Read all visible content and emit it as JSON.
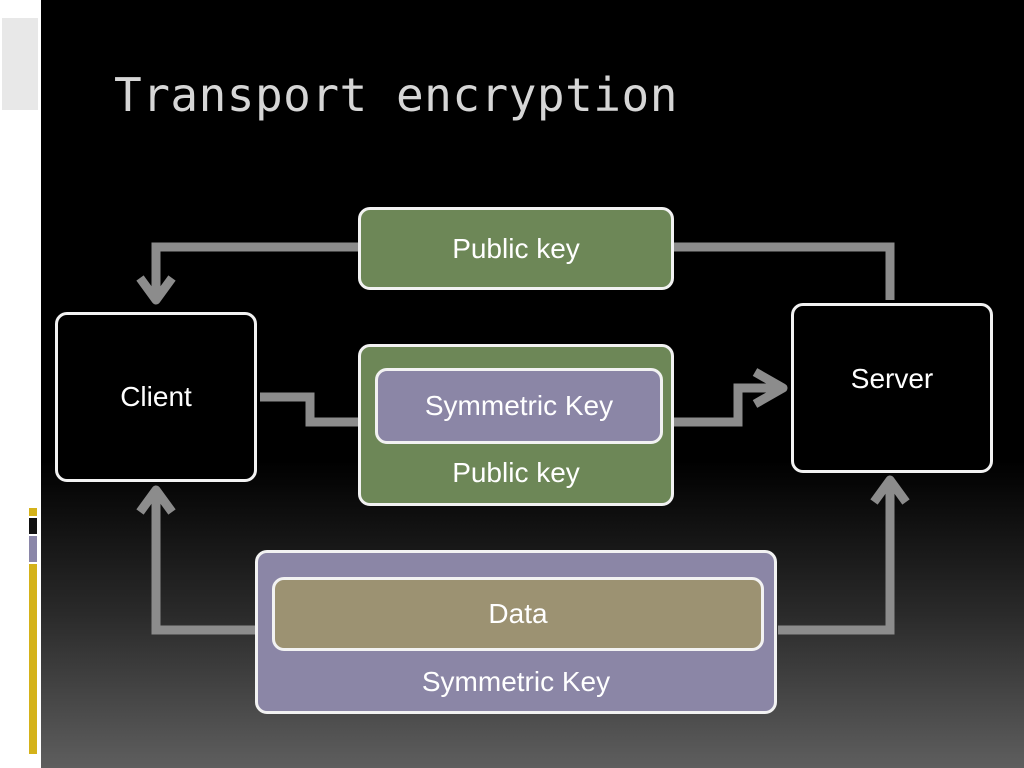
{
  "slide": {
    "title": "Transport encryption"
  },
  "diagram": {
    "client": "Client",
    "server": "Server",
    "top_box": "Public key",
    "middle_outer": "Public key",
    "middle_inner": "Symmetric Key",
    "bottom_outer": "Symmetric Key",
    "bottom_inner": "Data"
  },
  "colors": {
    "background": "#000000",
    "title": "#d6d6d6",
    "green_box": "#6d8757",
    "purple_box": "#8b86a6",
    "tan_box": "#9c9272",
    "arrow": "#8c8c8c",
    "accent_yellow": "#d4b21a"
  }
}
